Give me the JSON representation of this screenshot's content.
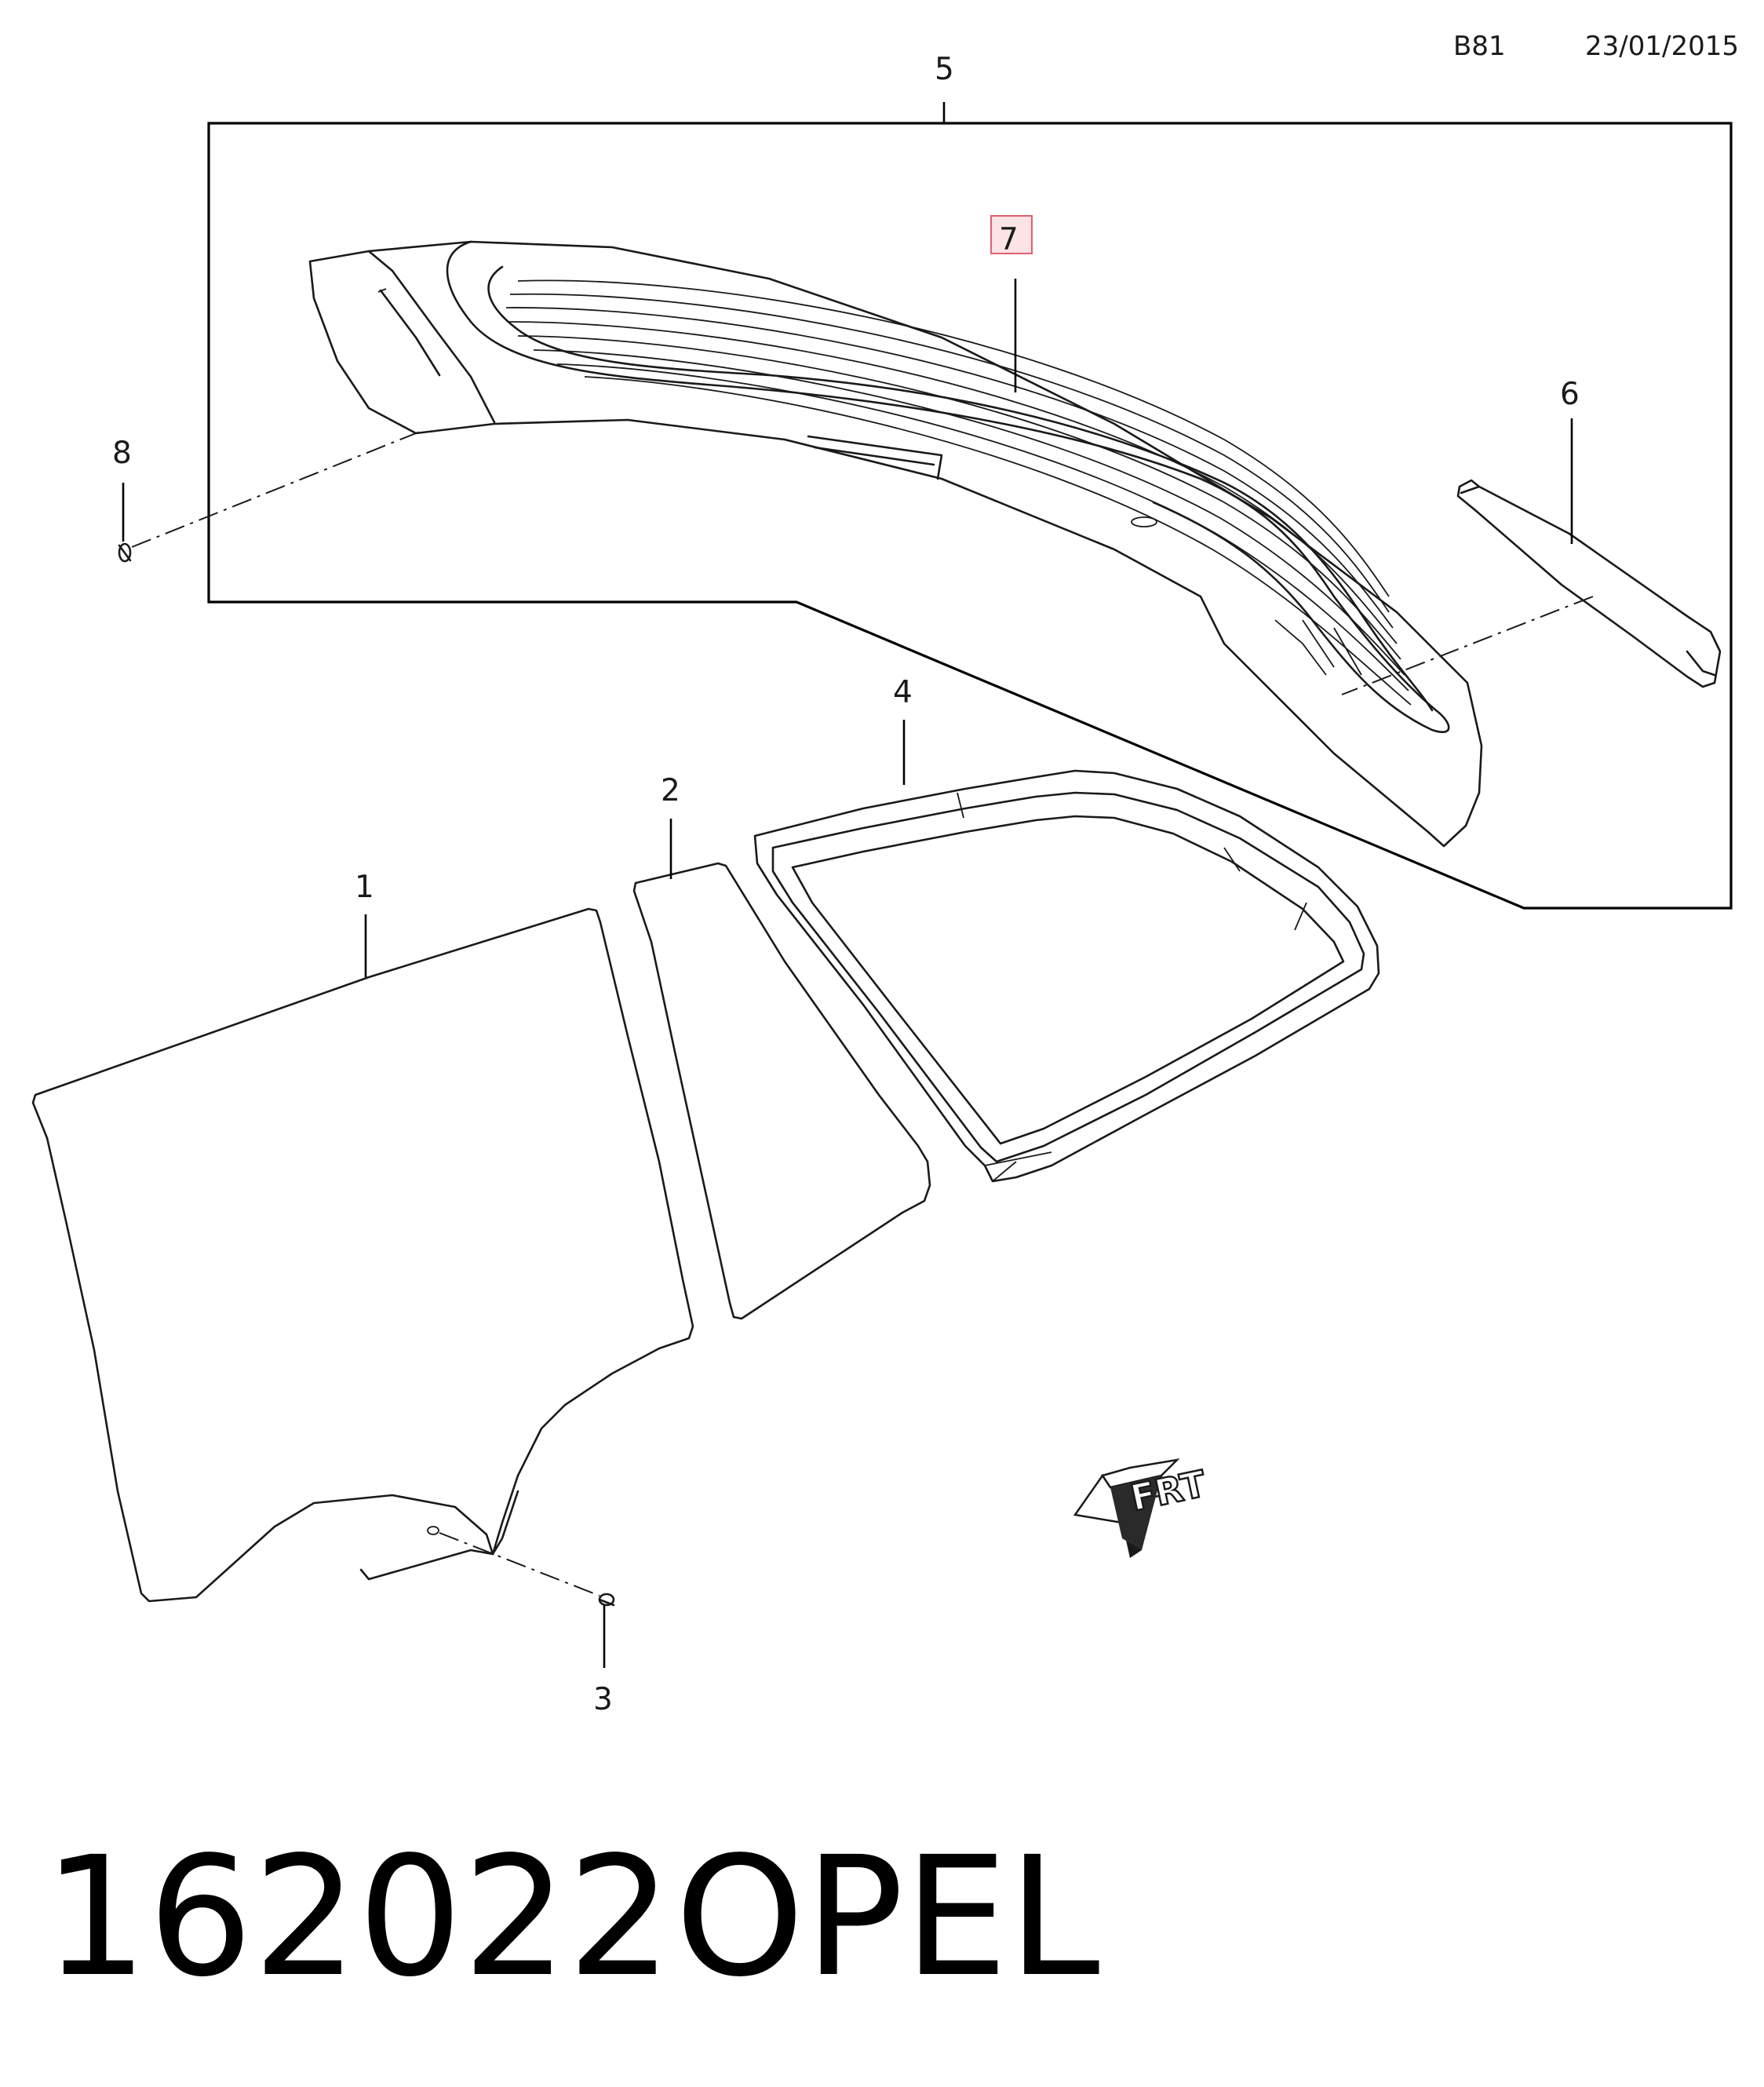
{
  "header": {
    "code": "B81",
    "date": "23/01/2015"
  },
  "callouts": {
    "c1": "1",
    "c2": "2",
    "c3": "3",
    "c4": "4",
    "c5": "5",
    "c6": "6",
    "c7": "7",
    "c8": "8"
  },
  "highlight_color": "#e06070",
  "front_marker": {
    "text": "FRT"
  },
  "footer": {
    "part_number": "162022",
    "brand": "OPEL"
  }
}
